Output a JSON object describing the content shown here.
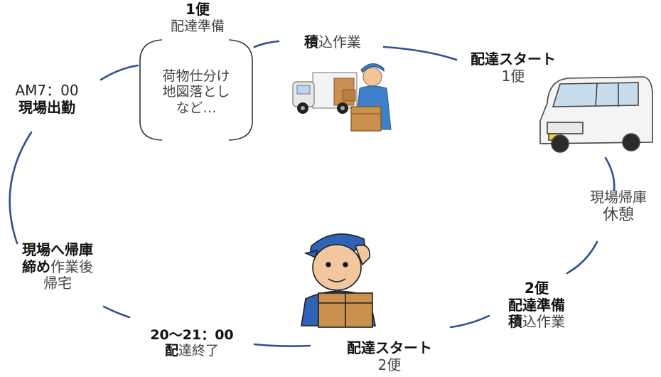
{
  "steps": {
    "bin1": {
      "number": "1便",
      "sub": "配達準備"
    },
    "box": {
      "lines": [
        "荷物仕分け",
        "地図落とし",
        "など…"
      ]
    },
    "load1": {
      "bold": "積",
      "rest": "込作業"
    },
    "start1": {
      "title": "配達スタート",
      "sub": "1便"
    },
    "return": {
      "lines": [
        "現場帰庫",
        "休憩"
      ]
    },
    "bin2": {
      "number": "2便",
      "title": "配達準備",
      "sub_bold": "積",
      "sub_rest": "込作業"
    },
    "start2": {
      "title": "配達スタート",
      "sub": "2便"
    },
    "end": {
      "time": "20〜21：00",
      "bold": "配",
      "rest": "達終了"
    },
    "back": {
      "title": "現場へ帰庫",
      "line2_bold": "締め",
      "line2_rest": "作業後",
      "line3": "帰宅"
    },
    "arrive": {
      "time": "AM7：00",
      "title": "現場出勤"
    }
  },
  "colors": {
    "arc": "#2f4f8f",
    "box_stroke": "#333333"
  },
  "icons": [
    "truck-loading-illustration",
    "van-illustration",
    "delivery-worker-illustration"
  ]
}
